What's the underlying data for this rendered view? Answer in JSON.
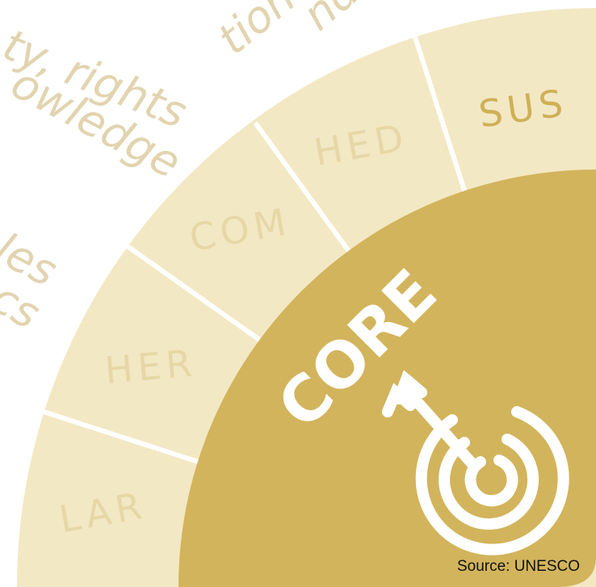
{
  "colors": {
    "background": "#ffffff",
    "ring": "#f3e8c4",
    "ring_text": "#e6d7a7",
    "core": "#d2b45c",
    "core_text": "#ffffff",
    "sus_text": "#cfb057",
    "background_text": "#e2d4b0"
  },
  "background_text": {
    "fragment1": "nd",
    "fragment2": "tion",
    "fragment3": "ty, rights",
    "fragment4": "owledge",
    "fragment5": "les",
    "fragment6": "cs"
  },
  "segments": [
    "LAR",
    "HER",
    "COM",
    "HED",
    "SUS"
  ],
  "core": {
    "label": "CORE",
    "icon": "target-arrow-icon"
  },
  "source": "Source: UNESCO"
}
